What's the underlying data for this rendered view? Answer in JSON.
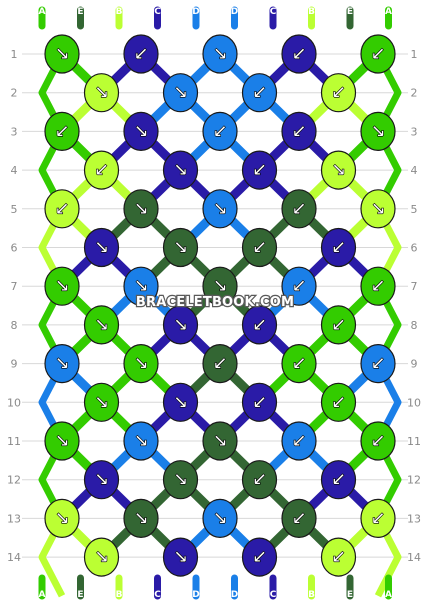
{
  "colors": {
    "A": "#33cc00",
    "E": "#336633",
    "B": "#bbff33",
    "C": "#2a1ba7",
    "D": "#1a7fe8"
  },
  "strings_top": [
    "A",
    "E",
    "B",
    "C",
    "D",
    "D",
    "C",
    "B",
    "E",
    "A"
  ],
  "strings_bottom": [
    "A",
    "E",
    "B",
    "C",
    "D",
    "D",
    "C",
    "B",
    "E",
    "A"
  ],
  "rows": [
    "1",
    "2",
    "3",
    "4",
    "5",
    "6",
    "7",
    "8",
    "9",
    "10",
    "11",
    "12",
    "13",
    "14"
  ],
  "knots": [
    [
      [
        "A",
        "↘"
      ],
      [
        "C",
        "↙"
      ],
      [
        "D",
        "↘"
      ],
      [
        "C",
        "↙"
      ],
      [
        "A",
        "↙"
      ]
    ],
    [
      [
        "B",
        "↘"
      ],
      [
        "D",
        "↘"
      ],
      [
        "D",
        "↙"
      ],
      [
        "B",
        "↙"
      ]
    ],
    [
      [
        "A",
        "↙"
      ],
      [
        "C",
        "↘"
      ],
      [
        "D",
        "↙"
      ],
      [
        "C",
        "↙"
      ],
      [
        "A",
        "↘"
      ]
    ],
    [
      [
        "B",
        "↙"
      ],
      [
        "C",
        "↘"
      ],
      [
        "C",
        "↙"
      ],
      [
        "B",
        "↘"
      ]
    ],
    [
      [
        "B",
        "↙"
      ],
      [
        "E",
        "↘"
      ],
      [
        "D",
        "↘"
      ],
      [
        "E",
        "↙"
      ],
      [
        "B",
        "↘"
      ]
    ],
    [
      [
        "C",
        "↘"
      ],
      [
        "E",
        "↘"
      ],
      [
        "E",
        "↙"
      ],
      [
        "C",
        "↙"
      ]
    ],
    [
      [
        "A",
        "↘"
      ],
      [
        "D",
        "↘"
      ],
      [
        "E",
        "↘"
      ],
      [
        "D",
        "↙"
      ],
      [
        "A",
        "↙"
      ]
    ],
    [
      [
        "A",
        "↘"
      ],
      [
        "C",
        "↘"
      ],
      [
        "C",
        "↙"
      ],
      [
        "A",
        "↙"
      ]
    ],
    [
      [
        "D",
        "↘"
      ],
      [
        "A",
        "↘"
      ],
      [
        "E",
        "↙"
      ],
      [
        "A",
        "↙"
      ],
      [
        "D",
        "↙"
      ]
    ],
    [
      [
        "A",
        "↘"
      ],
      [
        "C",
        "↘"
      ],
      [
        "C",
        "↙"
      ],
      [
        "A",
        "↙"
      ]
    ],
    [
      [
        "A",
        "↘"
      ],
      [
        "D",
        "↘"
      ],
      [
        "E",
        "↘"
      ],
      [
        "D",
        "↙"
      ],
      [
        "A",
        "↙"
      ]
    ],
    [
      [
        "C",
        "↘"
      ],
      [
        "E",
        "↘"
      ],
      [
        "E",
        "↙"
      ],
      [
        "C",
        "↙"
      ]
    ],
    [
      [
        "B",
        "↘"
      ],
      [
        "E",
        "↘"
      ],
      [
        "D",
        "↘"
      ],
      [
        "E",
        "↙"
      ],
      [
        "B",
        "↙"
      ]
    ],
    [
      [
        "B",
        "↘"
      ],
      [
        "C",
        "↘"
      ],
      [
        "C",
        "↙"
      ],
      [
        "B",
        "↙"
      ]
    ]
  ],
  "watermark": "BRACELETBOOK.COM"
}
